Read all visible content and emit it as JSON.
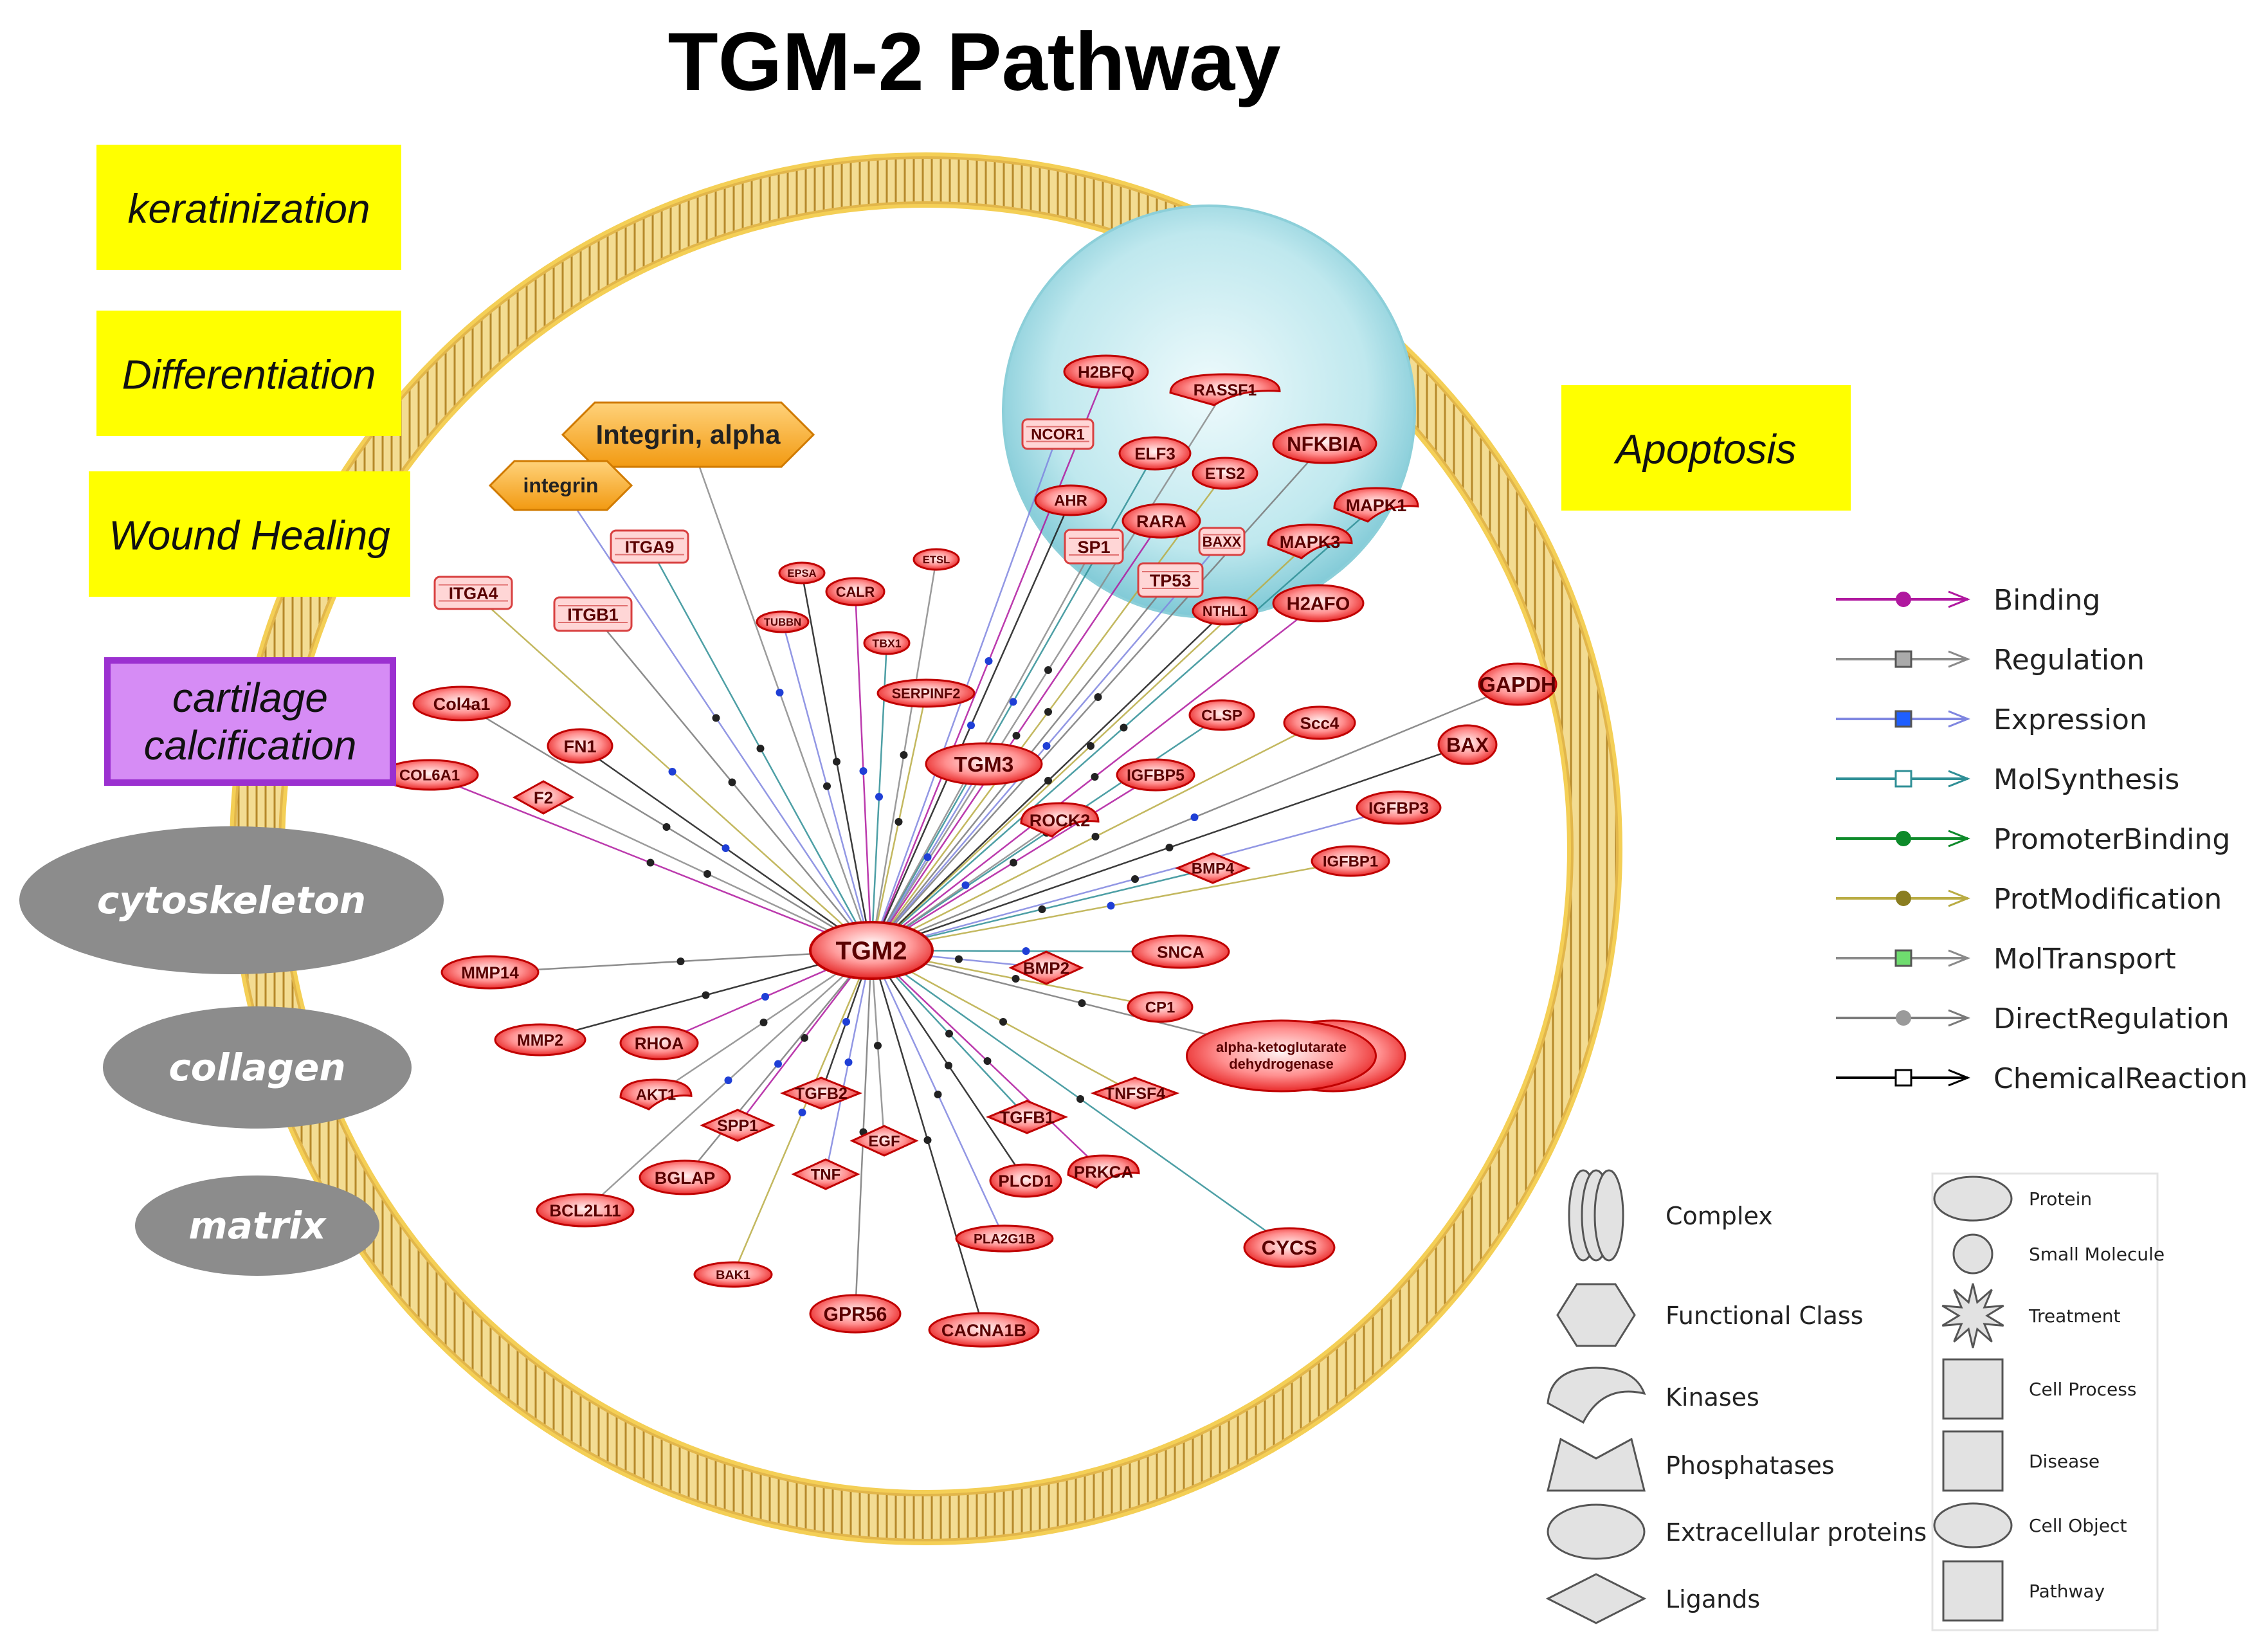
{
  "title": "TGM-2  Pathway",
  "process_boxes": [
    {
      "label": "keratinization"
    },
    {
      "label": "Differentiation"
    },
    {
      "label": "Wound Healing"
    },
    {
      "label": "cartilage calcification"
    },
    {
      "label": "Apoptosis"
    }
  ],
  "gray_labels": [
    {
      "label": "cytoskeleton"
    },
    {
      "label": "collagen"
    },
    {
      "label": "matrix"
    }
  ],
  "hub": {
    "label": "TGM2"
  },
  "nodes": [
    {
      "label": "H2BFQ",
      "shape": "ellipse"
    },
    {
      "label": "RASSF1",
      "shape": "kinase"
    },
    {
      "label": "NCOR1",
      "shape": "complex"
    },
    {
      "label": "ELF3",
      "shape": "ellipse"
    },
    {
      "label": "ETS2",
      "shape": "ellipse"
    },
    {
      "label": "NFKBIA",
      "shape": "ellipse"
    },
    {
      "label": "AHR",
      "shape": "ellipse"
    },
    {
      "label": "RARA",
      "shape": "ellipse"
    },
    {
      "label": "SP1",
      "shape": "complex"
    },
    {
      "label": "BAXX",
      "shape": "complex"
    },
    {
      "label": "MAPK1",
      "shape": "kinase"
    },
    {
      "label": "MAPK3",
      "shape": "kinase"
    },
    {
      "label": "TP53",
      "shape": "complex"
    },
    {
      "label": "NTHL1",
      "shape": "ellipse"
    },
    {
      "label": "H2AFO",
      "shape": "ellipse"
    },
    {
      "label": "Integrin, alpha",
      "shape": "hexagon"
    },
    {
      "label": "integrin",
      "shape": "hexagon"
    },
    {
      "label": "ITGA9",
      "shape": "complex"
    },
    {
      "label": "ITGA4",
      "shape": "complex"
    },
    {
      "label": "ITGB1",
      "shape": "complex"
    },
    {
      "label": "EPSA",
      "shape": "ellipse"
    },
    {
      "label": "CALR",
      "shape": "ellipse"
    },
    {
      "label": "ETSL",
      "shape": "ellipse"
    },
    {
      "label": "TUBBN",
      "shape": "ellipse"
    },
    {
      "label": "TBX1",
      "shape": "ellipse"
    },
    {
      "label": "SERPINF2",
      "shape": "ellipse"
    },
    {
      "label": "Col4a1",
      "shape": "ellipse"
    },
    {
      "label": "FN1",
      "shape": "ellipse"
    },
    {
      "label": "COL6A1",
      "shape": "ellipse"
    },
    {
      "label": "F2",
      "shape": "diamond"
    },
    {
      "label": "TGM3",
      "shape": "ellipse"
    },
    {
      "label": "CLSP",
      "shape": "ellipse"
    },
    {
      "label": "Scc4",
      "shape": "ellipse"
    },
    {
      "label": "GAPDH",
      "shape": "ellipse"
    },
    {
      "label": "BAX",
      "shape": "ellipse"
    },
    {
      "label": "IGFBP5",
      "shape": "ellipse"
    },
    {
      "label": "ROCK2",
      "shape": "kinase"
    },
    {
      "label": "IGFBP3",
      "shape": "ellipse"
    },
    {
      "label": "BMP4",
      "shape": "diamond"
    },
    {
      "label": "IGFBP1",
      "shape": "ellipse"
    },
    {
      "label": "MMP14",
      "shape": "ellipse"
    },
    {
      "label": "MMP2",
      "shape": "ellipse"
    },
    {
      "label": "RHOA",
      "shape": "ellipse"
    },
    {
      "label": "AKT1",
      "shape": "kinase"
    },
    {
      "label": "BMP2",
      "shape": "diamond"
    },
    {
      "label": "SNCA",
      "shape": "ellipse"
    },
    {
      "label": "CP1",
      "shape": "ellipse"
    },
    {
      "label": "alpha-ketoglutarate dehydrogenase",
      "shape": "ellipse"
    },
    {
      "label": "TGFB2",
      "shape": "diamond"
    },
    {
      "label": "SPP1",
      "shape": "diamond"
    },
    {
      "label": "EGF",
      "shape": "diamond"
    },
    {
      "label": "TNF",
      "shape": "diamond"
    },
    {
      "label": "TGFB1",
      "shape": "diamond"
    },
    {
      "label": "TNFSF4",
      "shape": "diamond"
    },
    {
      "label": "BGLAP",
      "shape": "ellipse"
    },
    {
      "label": "PLCD1",
      "shape": "ellipse"
    },
    {
      "label": "PRKCA",
      "shape": "kinase"
    },
    {
      "label": "BCL2L11",
      "shape": "ellipse"
    },
    {
      "label": "PLA2G1B",
      "shape": "ellipse"
    },
    {
      "label": "CYCS",
      "shape": "ellipse"
    },
    {
      "label": "BAK1",
      "shape": "ellipse"
    },
    {
      "label": "GPR56",
      "shape": "ellipse"
    },
    {
      "label": "CACNA1B",
      "shape": "ellipse"
    }
  ],
  "edge_legend": [
    {
      "label": "Binding",
      "color": "#b0189f",
      "marker": "dot"
    },
    {
      "label": "Regulation",
      "color": "#8a8a8a",
      "marker": "square"
    },
    {
      "label": "Expression",
      "color": "#7f86e0",
      "marker": "square-blue"
    },
    {
      "label": "MolSynthesis",
      "color": "#2f8f96",
      "marker": "square-open"
    },
    {
      "label": "PromoterBinding",
      "color": "#0d8a2a",
      "marker": "dot-green"
    },
    {
      "label": "ProtModification",
      "color": "#b9ac44",
      "marker": "dot-olive"
    },
    {
      "label": "MolTransport",
      "color": "#8a8a8a",
      "marker": "square-green"
    },
    {
      "label": "DirectRegulation",
      "color": "#7a7a7a",
      "marker": "dot-gray"
    },
    {
      "label": "ChemicalReaction",
      "color": "#000000",
      "marker": "square-open-black"
    }
  ],
  "shape_legend_left": [
    {
      "label": "Complex",
      "icon": "complex-icon"
    },
    {
      "label": "Functional Class",
      "icon": "hexagon-icon"
    },
    {
      "label": "Kinases",
      "icon": "kinase-icon"
    },
    {
      "label": "Phosphatases",
      "icon": "phosphatase-icon"
    },
    {
      "label": "Extracellular proteins",
      "icon": "ellipse-icon"
    },
    {
      "label": "Ligands",
      "icon": "diamond-icon"
    }
  ],
  "shape_legend_right": [
    {
      "label": "Protein",
      "icon": "ellipse-icon"
    },
    {
      "label": "Small Molecule",
      "icon": "circle-icon"
    },
    {
      "label": "Treatment",
      "icon": "star-icon"
    },
    {
      "label": "Cell Process",
      "icon": "square-icon"
    },
    {
      "label": "Disease",
      "icon": "square-icon"
    },
    {
      "label": "Cell Object",
      "icon": "ellipse-icon"
    },
    {
      "label": "Pathway",
      "icon": "square-icon"
    }
  ],
  "colors": {
    "node_fill": "#ff3a3a",
    "node_core": "#ffe0e0",
    "membrane": "#e8c25a",
    "process_box": "#ffff00",
    "cartilage_box": "#d68cf5",
    "gray_ellipse": "#8c8c8c",
    "nucleus": "#bfe9ee"
  }
}
